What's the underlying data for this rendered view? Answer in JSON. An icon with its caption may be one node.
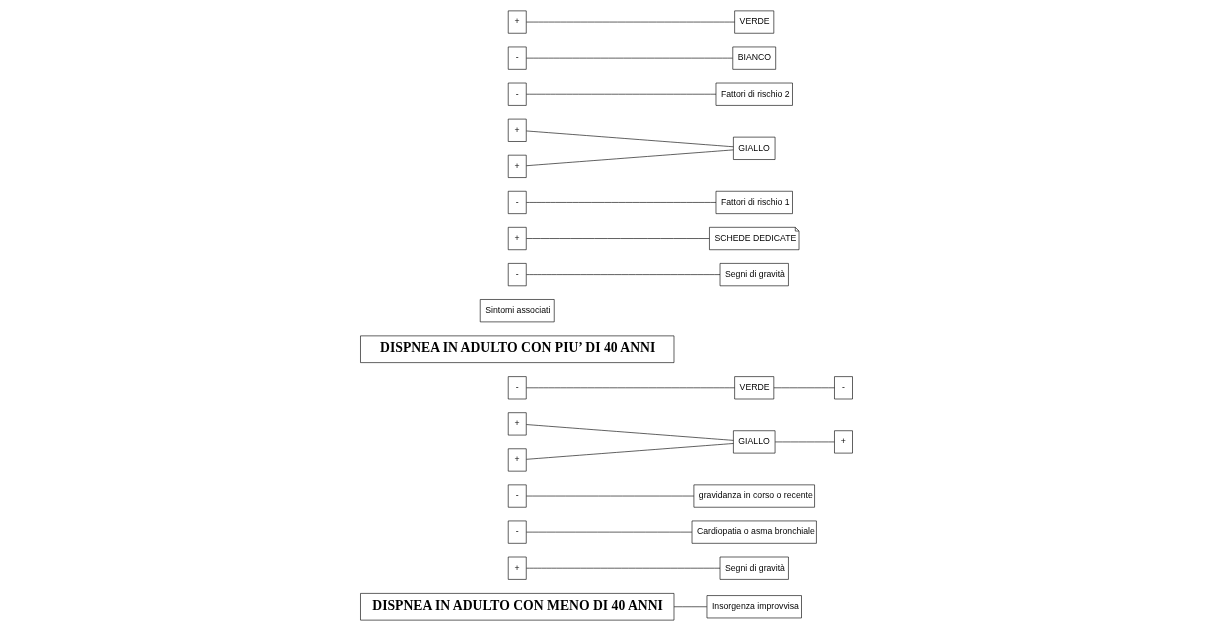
{
  "diagram": {
    "nodes": [
      {
        "text": [
          "DISPNEA IN ADULTO CON MENO DI 40 ANNI"
        ]
      },
      {
        "text": [
          "Insorgenza improvvisa"
        ]
      },
      {
        "text": [
          "+"
        ]
      },
      {
        "text": [
          "-"
        ]
      },
      {
        "text": [
          "Segni di gravità"
        ]
      },
      {
        "text": [
          "-"
        ]
      },
      {
        "text": [
          "+"
        ]
      },
      {
        "text": [
          "gravidanza in corso o recente"
        ]
      },
      {
        "text": [
          "+"
        ]
      },
      {
        "text": [
          "-"
        ]
      },
      {
        "text": [
          "Cardiopatia o asma bronchiale"
        ]
      },
      {
        "text": [
          "+"
        ]
      },
      {
        "text": [
          "-"
        ]
      },
      {
        "text": [
          "GIALLO"
        ]
      },
      {
        "text": [
          "VERDE"
        ]
      },
      {
        "text": [
          "DISPNEA IN ADULTO CON PIU’ DI 40 ANNI"
        ]
      },
      {
        "text": [
          "Sintomi associati"
        ]
      },
      {
        "text": [
          "-"
        ]
      },
      {
        "text": [
          "+"
        ]
      },
      {
        "text": [
          "Segni di gravità"
        ]
      },
      {
        "text": [
          "-"
        ]
      },
      {
        "text": [
          "+"
        ]
      },
      {
        "text": [
          "Fattori di rischio 1"
        ]
      },
      {
        "text": [
          "-"
        ]
      },
      {
        "text": [
          "+"
        ]
      },
      {
        "text": [
          "Fattori di rischio 2"
        ]
      },
      {
        "text": [
          "-"
        ]
      },
      {
        "text": [
          "+"
        ]
      },
      {
        "text": [
          "BIANCO"
        ]
      },
      {
        "text": [
          "GIALLO"
        ]
      },
      {
        "text": [
          "VERDE"
        ]
      },
      {
        "text": [
          "SCHEDE DEDICATE"
        ]
      }
    ],
    "edges": [
      {
        "from": 0,
        "to": 1,
        "arrow": "none"
      },
      {
        "from": 2,
        "to": 4,
        "arrow": "none"
      },
      {
        "from": 5,
        "to": 7,
        "arrow": "none"
      },
      {
        "from": 3,
        "to": 10,
        "arrow": "none"
      },
      {
        "from": 6,
        "to": 13,
        "arrow": "none"
      },
      {
        "from": 11,
        "to": 13,
        "arrow": "none"
      },
      {
        "from": 13,
        "to": 8,
        "arrow": "none"
      },
      {
        "from": 12,
        "to": 14,
        "arrow": "none"
      },
      {
        "from": 14,
        "to": 9,
        "arrow": "none"
      },
      {
        "from": 17,
        "to": 19,
        "arrow": "none"
      },
      {
        "from": 20,
        "to": 22,
        "arrow": "none"
      },
      {
        "from": 23,
        "to": 25,
        "arrow": "none"
      },
      {
        "from": 26,
        "to": 28,
        "arrow": "none"
      },
      {
        "from": 18,
        "to": 31,
        "arrow": "none"
      },
      {
        "from": 21,
        "to": 29,
        "arrow": "none"
      },
      {
        "from": 24,
        "to": 29,
        "arrow": "none"
      },
      {
        "from": 27,
        "to": 30,
        "arrow": "none"
      }
    ]
  }
}
